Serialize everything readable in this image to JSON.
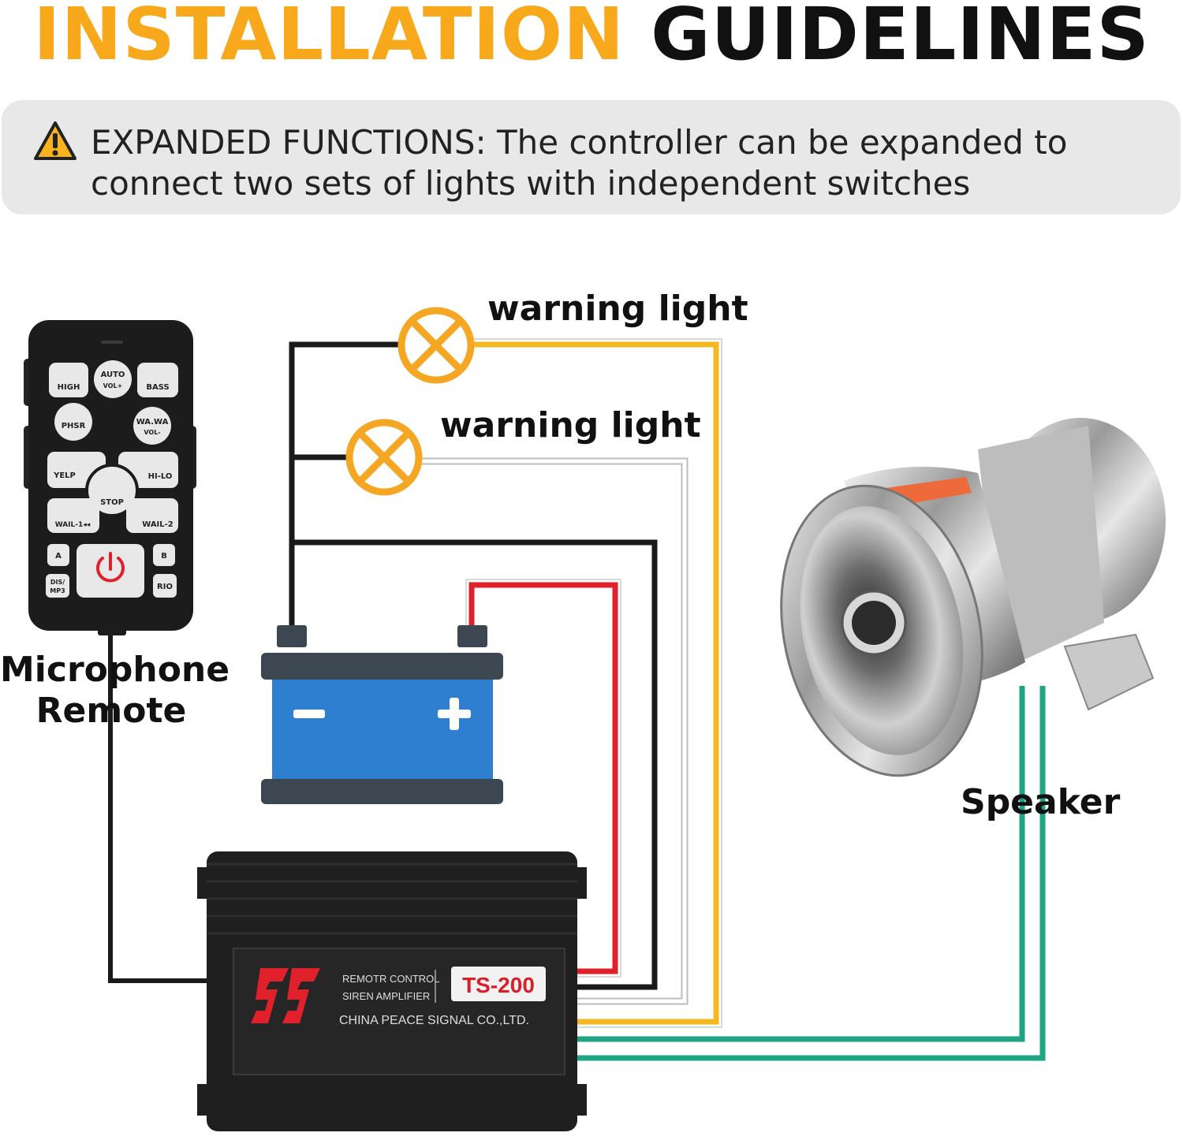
{
  "title": {
    "part1": "INSTALLATION",
    "part2": "GUIDELINES"
  },
  "notice": {
    "icon": "warning-triangle-icon",
    "text": "EXPANDED FUNCTIONS: The controller can be expanded to connect two sets of lights with independent switches"
  },
  "labels": {
    "warning_light_1": "warning light",
    "warning_light_2": "warning light",
    "microphone_remote": "Microphone Remote",
    "speaker": "Speaker"
  },
  "remote": {
    "buttons": {
      "high": "HIGH",
      "auto": "AUTO",
      "vol_plus": "VOL+",
      "bass": "BASS",
      "phsr": "PHSR",
      "wawa": "WA.WA",
      "vol_minus": "VOL-",
      "yelp": "YELP",
      "hilo": "HI-LO",
      "stop": "STOP",
      "wail1": "WAIL-1◂◂",
      "wail2": "WAIL-2",
      "a": "A",
      "b": "B",
      "dis": "DIS/",
      "mp3": "MP3",
      "rio": "RIO"
    }
  },
  "amplifier": {
    "line1": "REMOTR CONTROL",
    "line2": "SIREN AMPLIFIER",
    "model": "TS-200",
    "company": "CHINA PEACE SIGNAL CO.,LTD."
  },
  "colors": {
    "accent_orange": "#f7a81b",
    "wire_yellow": "#f5b820",
    "wire_red": "#e0202a",
    "wire_green": "#1fa583",
    "battery_blue": "#2f7fd1"
  }
}
